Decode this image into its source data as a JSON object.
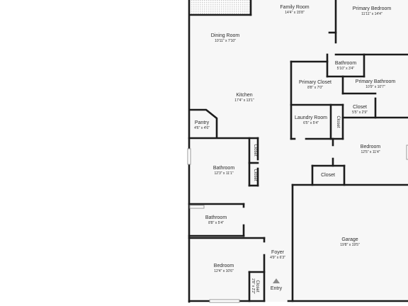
{
  "rooms": [
    {
      "name": "Family Room",
      "dims": "14'4\" x 15'8\""
    },
    {
      "name": "Primary Bedroom",
      "dims": "11'11\" x 14'4\""
    },
    {
      "name": "Dining Room",
      "dims": "10'11\" x 7'10\""
    },
    {
      "name": "Bathroom",
      "dims": "5'10\" x 3'4\""
    },
    {
      "name": "Primary Closet",
      "dims": "8'8\" x 7'0\""
    },
    {
      "name": "Primary Bathroom",
      "dims": "10'9\" x 10'7\""
    },
    {
      "name": "Kitchen",
      "dims": "17'4\" x 13'1\""
    },
    {
      "name": "Closet",
      "dims": "5'5\" x 2'9\""
    },
    {
      "name": "Pantry",
      "dims": "4'6\" x 4'6\""
    },
    {
      "name": "Laundry Room",
      "dims": "6'5\" x 5'4\""
    },
    {
      "name": "Closet",
      "dims": ""
    },
    {
      "name": "Bedroom",
      "dims": "12'5\" x 11'4\""
    },
    {
      "name": "Closet",
      "dims": ""
    },
    {
      "name": "Bathroom",
      "dims": "12'3\" x 11'1\""
    },
    {
      "name": "Closet",
      "dims": ""
    },
    {
      "name": "Closet",
      "dims": ""
    },
    {
      "name": "Bathroom",
      "dims": "8'8\" x 5'4\""
    },
    {
      "name": "Garage",
      "dims": "19'8\" x 19'5\""
    },
    {
      "name": "Foyer",
      "dims": "4'9\" x 6'3\""
    },
    {
      "name": "Bedroom",
      "dims": "12'4\" x 10'6\""
    },
    {
      "name": "Closet",
      "dims": "2'8\" x 2'2\""
    }
  ],
  "entry_label": "Entry"
}
